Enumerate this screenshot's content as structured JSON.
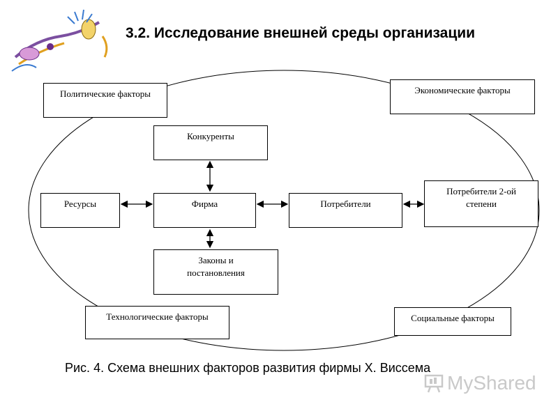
{
  "title": "3.2. Исследование внешней среды организации",
  "factors": {
    "political": "Политические факторы",
    "economic": "Экономические факторы",
    "technological": "Технологические факторы",
    "social": "Социальные факторы"
  },
  "nodes": {
    "competitors": "Конкуренты",
    "resources": "Ресурсы",
    "firm": "Фирма",
    "consumers": "Потребители",
    "consumers2": "Потребители 2-ой степени",
    "laws": "Законы и постановления"
  },
  "caption": "Рис. 4. Схема внешних факторов развития фирмы Х. Виссема",
  "watermark": "MyShared"
}
